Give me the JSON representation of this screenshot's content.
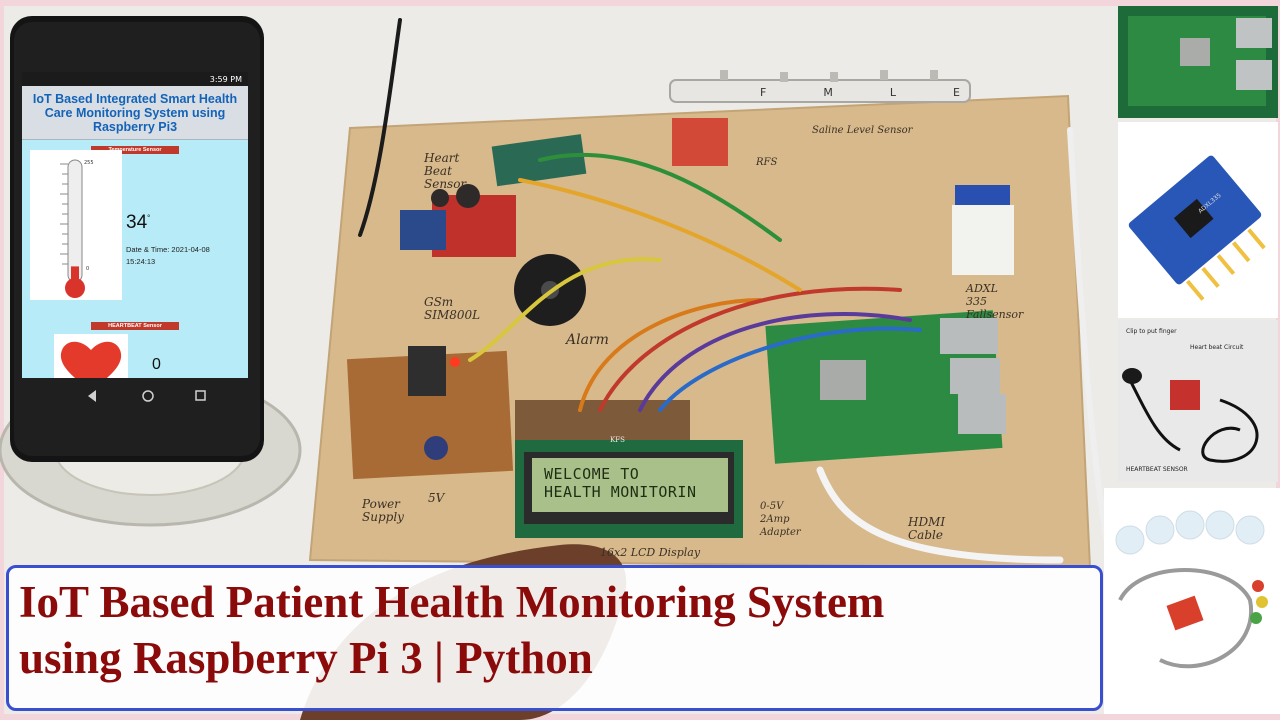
{
  "phone": {
    "status_time": "3:59 PM",
    "app_title": "IoT Based Integrated Smart Health Care Monitoring System using Raspberry Pi3",
    "temperature": {
      "label": "Temperature Sensor",
      "value": "34",
      "unit": "°",
      "datetime_line1": "Date & Time: 2021-04-08",
      "datetime_line2": "15:24:13",
      "scale_max": "255",
      "scale_min": "0",
      "fill_fraction": 0.13
    },
    "heartbeat": {
      "label": "HEARTBEAT Sensor",
      "value": "0"
    }
  },
  "board_labels": {
    "heart_beat": "Heart\nBeat\nSensor",
    "gsm": "GSm\nSIM800L",
    "alarm": "Alarm",
    "saline": "Saline Level Sensor",
    "adxl": "ADXL\n335\nFallsensor",
    "power": "Power\nSupply",
    "power_volts": "5V",
    "lcd_display": "16x2 LCD Display",
    "adapter": "0-5V\n2Amp\nAdapter",
    "hdmi": "HDMI\nCable",
    "rfs": "RFS",
    "kfs": "KFS",
    "saline_letters": [
      "F",
      "M",
      "L",
      "E"
    ]
  },
  "lcd": {
    "line1": "WELCOME TO",
    "line2": "HEALTH MONITORIN"
  },
  "insets": {
    "ecg_caption_1": "Clip to put finger",
    "ecg_caption_2": "Heart beat Circuit",
    "ecg_caption_3": "HEARTBEAT SENSOR",
    "accel_chip": "ADXL335"
  },
  "banner": {
    "line1": "IoT Based Patient Health Monitoring System",
    "line2": "using Raspberry Pi 3 | Python"
  },
  "colors": {
    "banner_border": "#3a4fd0",
    "banner_text": "#8b0a0a",
    "app_title_text": "#1463b8",
    "sensor_label_bg": "#c0392b",
    "screen_bg": "#b7ebf7",
    "board": "#d7b98c"
  }
}
